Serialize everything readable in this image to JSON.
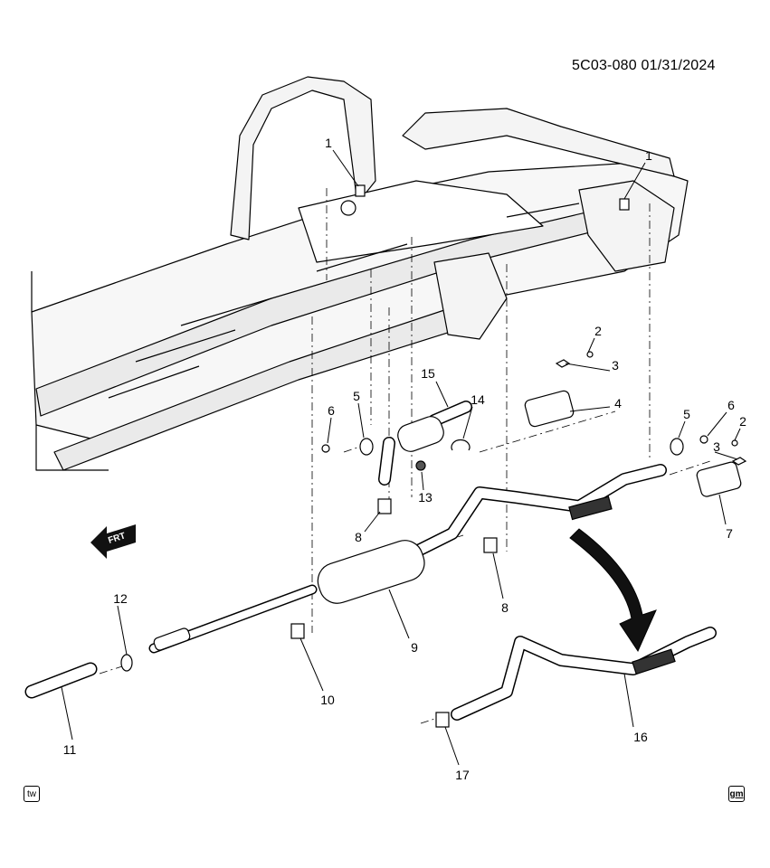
{
  "header": {
    "diagram_code": "5C03-080  01/31/2024"
  },
  "direction_label": "FRT",
  "callouts": [
    "1",
    "1",
    "2",
    "3",
    "4",
    "15",
    "14",
    "5",
    "6",
    "5",
    "6",
    "2",
    "3",
    "13",
    "7",
    "8",
    "8",
    "12",
    "9",
    "10",
    "11",
    "16",
    "17"
  ],
  "badges": {
    "left": "tw",
    "right": "gm"
  },
  "colors": {
    "line": "#000000",
    "background": "#ffffff",
    "frame_fill": "#f4f4f4"
  }
}
